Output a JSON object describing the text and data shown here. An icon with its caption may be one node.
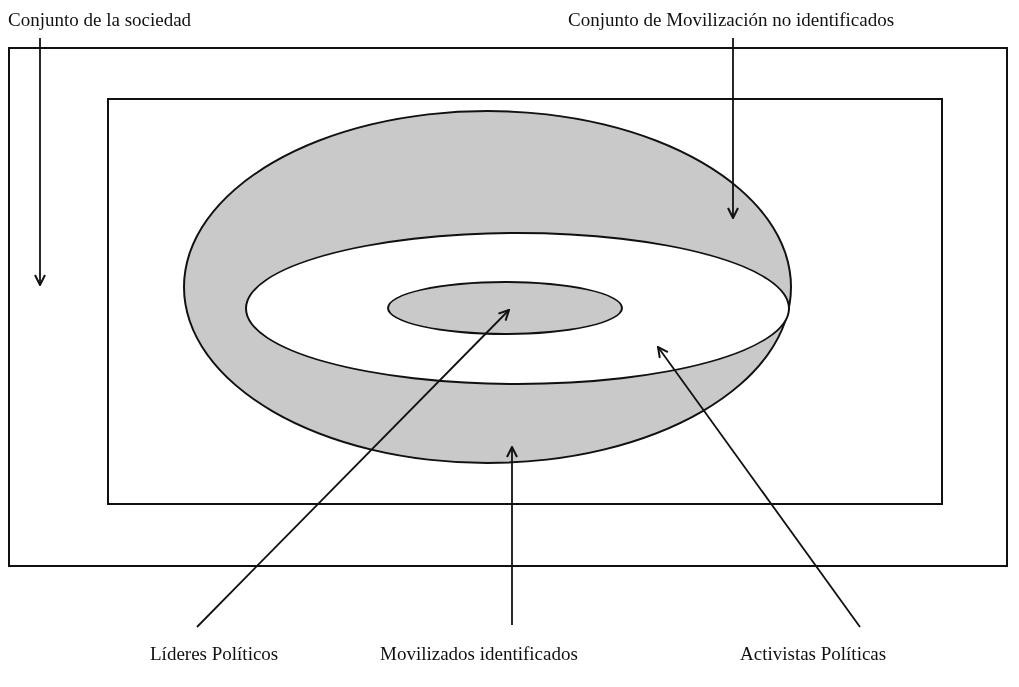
{
  "diagram": {
    "nodes": [
      {
        "text": [
          "Conjunto de la sociedad"
        ]
      },
      {
        "text": [
          "Conjunto de Movilización no identificados"
        ]
      },
      {
        "text": [],
        "shape": "box"
      },
      {
        "text": [],
        "shape": "box",
        "in": 2
      },
      {
        "text": [],
        "shape": "ellipse",
        "in": 3
      },
      {
        "text": [],
        "shape": "ellipse",
        "in": 4
      },
      {
        "text": [],
        "shape": "ellipse",
        "in": 5
      },
      {
        "text": [
          "Líderes Políticos"
        ]
      },
      {
        "text": [
          "Movilizados identificados"
        ]
      },
      {
        "text": [
          "Activistas Políticas"
        ]
      }
    ],
    "edges": [
      {
        "from": 0,
        "to": 2,
        "arrow": "to"
      },
      {
        "from": 1,
        "to": 4,
        "arrow": "to"
      },
      {
        "from": 7,
        "to": 6,
        "arrow": "to"
      },
      {
        "from": 8,
        "to": 4,
        "arrow": "to"
      },
      {
        "from": 9,
        "to": 5,
        "arrow": "to"
      }
    ]
  }
}
